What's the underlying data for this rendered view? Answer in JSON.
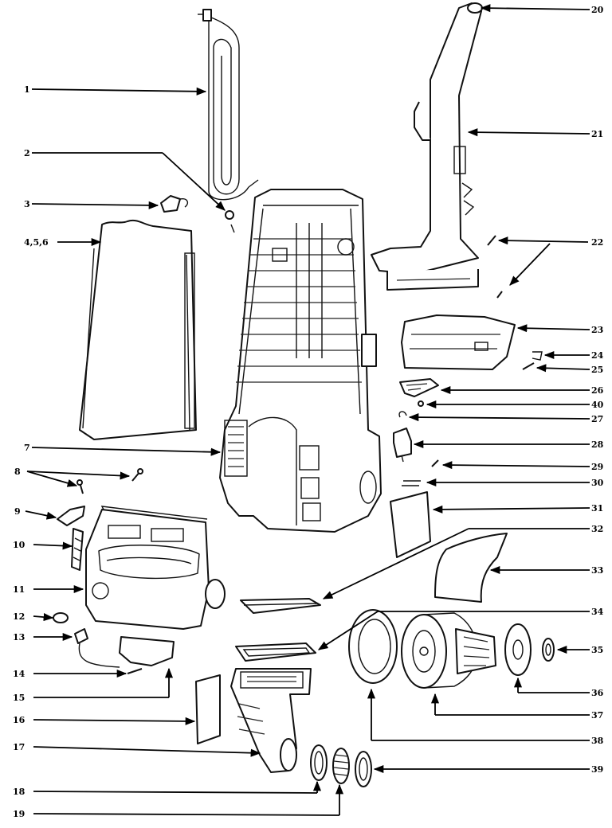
{
  "colors": {
    "ink": "#111111",
    "paper": "#ffffff"
  },
  "callouts": {
    "left": [
      {
        "id": "1",
        "text": "1"
      },
      {
        "id": "2",
        "text": "2"
      },
      {
        "id": "3",
        "text": "3"
      },
      {
        "id": "4",
        "text": "4,5,6"
      },
      {
        "id": "7",
        "text": "7"
      },
      {
        "id": "8",
        "text": "8"
      },
      {
        "id": "9",
        "text": "9"
      },
      {
        "id": "10",
        "text": "10"
      },
      {
        "id": "11",
        "text": "11"
      },
      {
        "id": "12",
        "text": "12"
      },
      {
        "id": "13",
        "text": "13"
      },
      {
        "id": "14",
        "text": "14"
      },
      {
        "id": "15",
        "text": "15"
      },
      {
        "id": "16",
        "text": "16"
      },
      {
        "id": "17",
        "text": "17"
      },
      {
        "id": "18",
        "text": "18"
      },
      {
        "id": "19",
        "text": "19"
      }
    ],
    "right": [
      {
        "id": "20",
        "text": "20"
      },
      {
        "id": "21",
        "text": "21"
      },
      {
        "id": "22",
        "text": "22"
      },
      {
        "id": "23",
        "text": "23"
      },
      {
        "id": "24",
        "text": "24"
      },
      {
        "id": "25",
        "text": "25"
      },
      {
        "id": "26",
        "text": "26"
      },
      {
        "id": "40",
        "text": "40"
      },
      {
        "id": "27",
        "text": "27"
      },
      {
        "id": "28",
        "text": "28"
      },
      {
        "id": "29",
        "text": "29"
      },
      {
        "id": "30",
        "text": "30"
      },
      {
        "id": "31",
        "text": "31"
      },
      {
        "id": "32",
        "text": "32"
      },
      {
        "id": "33",
        "text": "33"
      },
      {
        "id": "34",
        "text": "34"
      },
      {
        "id": "35",
        "text": "35"
      },
      {
        "id": "36",
        "text": "36"
      },
      {
        "id": "37",
        "text": "37"
      },
      {
        "id": "38",
        "text": "38"
      },
      {
        "id": "39",
        "text": "39"
      }
    ]
  }
}
